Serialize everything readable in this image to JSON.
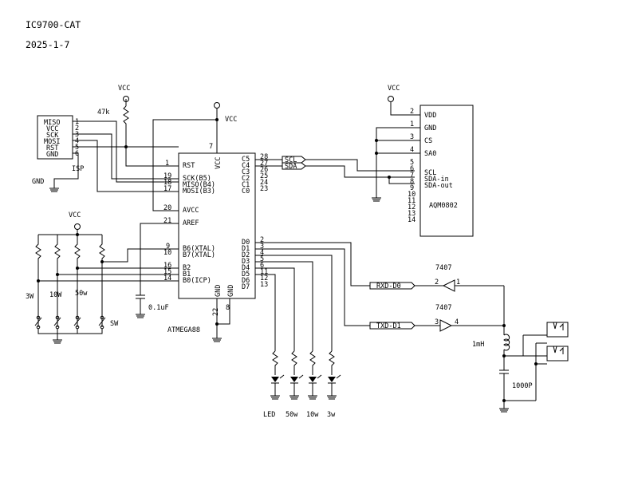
{
  "header": {
    "title": "IC9700-CAT",
    "date": "2025-1-7"
  },
  "power": {
    "vcc": "VCC",
    "gnd": "GND"
  },
  "mcu": {
    "name": "ATMEGA88",
    "pins": {
      "rst": "RST",
      "sck": "SCK(B5)",
      "miso": "MISO(B4)",
      "mosi": "MOSI(B3)",
      "avcc": "AVCC",
      "aref": "AREF",
      "b6": "B6(XTAL)",
      "b7": "B7(XTAL)",
      "b2": "B2",
      "b1": "B1",
      "b0": "B0(ICP)",
      "vcc": "VCC",
      "gnd": "GND",
      "c5": "C5",
      "c4": "C4",
      "c3": "C3",
      "c2": "C2",
      "c1": "C1",
      "c0": "C0",
      "d0": "D0",
      "d1": "D1",
      "d2": "D2",
      "d3": "D3",
      "d4": "D4",
      "d5": "D5",
      "d6": "D6",
      "d7": "D7"
    },
    "pin_numbers": {
      "rst": "1",
      "sck": "19",
      "miso": "18",
      "mosi": "17",
      "avcc": "20",
      "aref": "21",
      "b6": "9",
      "b7": "10",
      "b2": "16",
      "b1": "15",
      "b0": "14",
      "vcc": "7",
      "gnd1": "22",
      "gnd2": "8",
      "c5": "28",
      "c4": "27",
      "c3": "26",
      "c2": "25",
      "c1": "24",
      "c0": "23",
      "d0": "2",
      "d1": "3",
      "d2": "4",
      "d3": "5",
      "d4": "6",
      "d5": "11",
      "d6": "12",
      "d7": "13"
    }
  },
  "isp": {
    "label": "ISP",
    "pins": [
      "MISO",
      "VCC",
      "SCK",
      "MOSI",
      "RST",
      "GND"
    ],
    "numbers": [
      "1",
      "2",
      "3",
      "4",
      "5",
      "6"
    ]
  },
  "lcd": {
    "name": "AQM0802",
    "pins": [
      "VDD",
      "GND",
      "CS",
      "SA0",
      "SCL",
      "SDA-in",
      "SDA-out"
    ],
    "numbers": [
      "1",
      "2",
      "3",
      "4",
      "5",
      "6",
      "7",
      "8",
      "9",
      "10",
      "11",
      "12",
      "13",
      "14"
    ]
  },
  "bus": {
    "scl": "SCL",
    "sda": "SDA"
  },
  "components": {
    "r_reset": "47k",
    "cap_aref": "0.1uF",
    "cap_out": "1000P",
    "inductor": "1mH",
    "buffer": "7407",
    "buffer_pins": [
      "2",
      "1",
      "3",
      "4"
    ]
  },
  "signals": {
    "rxd": "RXD-D0",
    "txd": "TXD-D1"
  },
  "switches": {
    "labels": [
      "3W",
      "10W",
      "50w",
      "SW"
    ]
  },
  "leds": {
    "labels": [
      "LED",
      "50w",
      "10w",
      "3w"
    ]
  }
}
